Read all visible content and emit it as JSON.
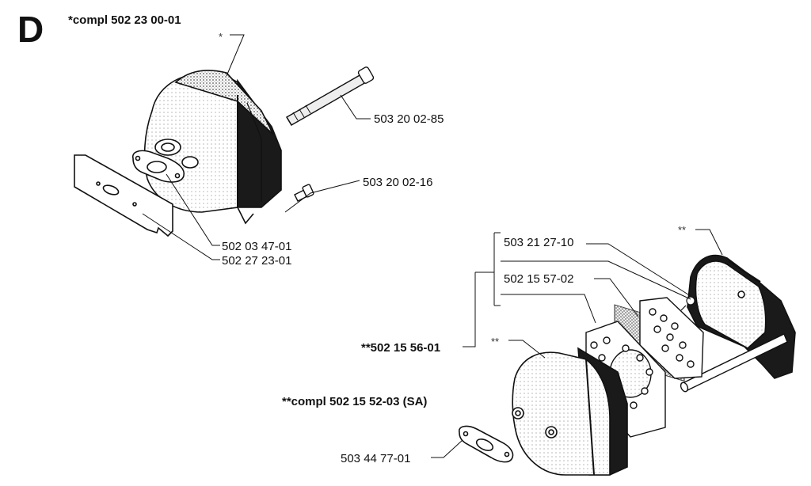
{
  "section_letter": "D",
  "assembly_labels": {
    "kit_a": "*compl 502 23 00-01",
    "kit_b": "**compl 502 15 52-03 (SA)",
    "group": "**502 15 56-01"
  },
  "markers": {
    "single": "*",
    "double": "**"
  },
  "part_numbers": [
    "503 20 02-85",
    "503 20 02-16",
    "502 03 47-01",
    "502 27 23-01",
    "503 21 27-10",
    "502 15 57-02",
    "503 44 77-01"
  ]
}
